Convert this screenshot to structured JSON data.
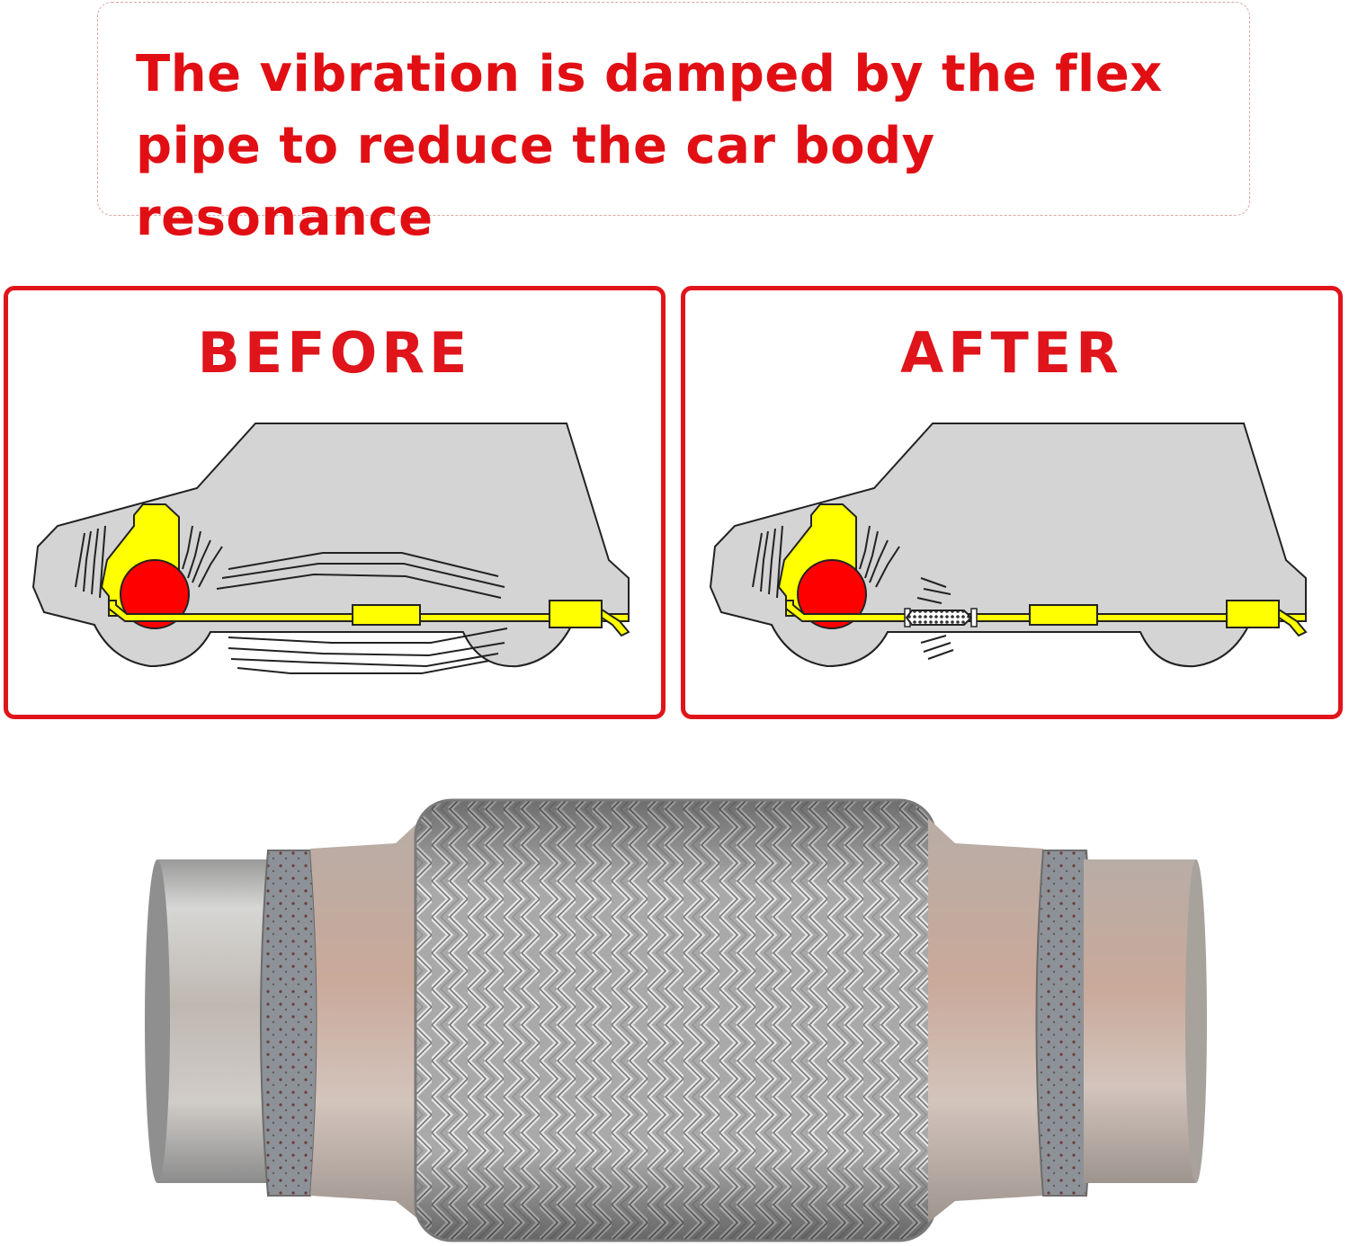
{
  "headline": {
    "line1": "The vibration is damped by the flex",
    "line2": "pipe to reduce the car body resonance"
  },
  "panels": {
    "before": {
      "title": "BEFORE"
    },
    "after": {
      "title": "AFTER"
    }
  },
  "colors": {
    "accent_red": "#e0141b",
    "exhaust_yellow": "#ffff00",
    "car_body_gray": "#d4d4d4",
    "wheel_red": "#ff0000"
  },
  "icons": [
    "car-silhouette-icon",
    "engine-icon",
    "muffler-icon",
    "flex-pipe-icon"
  ]
}
